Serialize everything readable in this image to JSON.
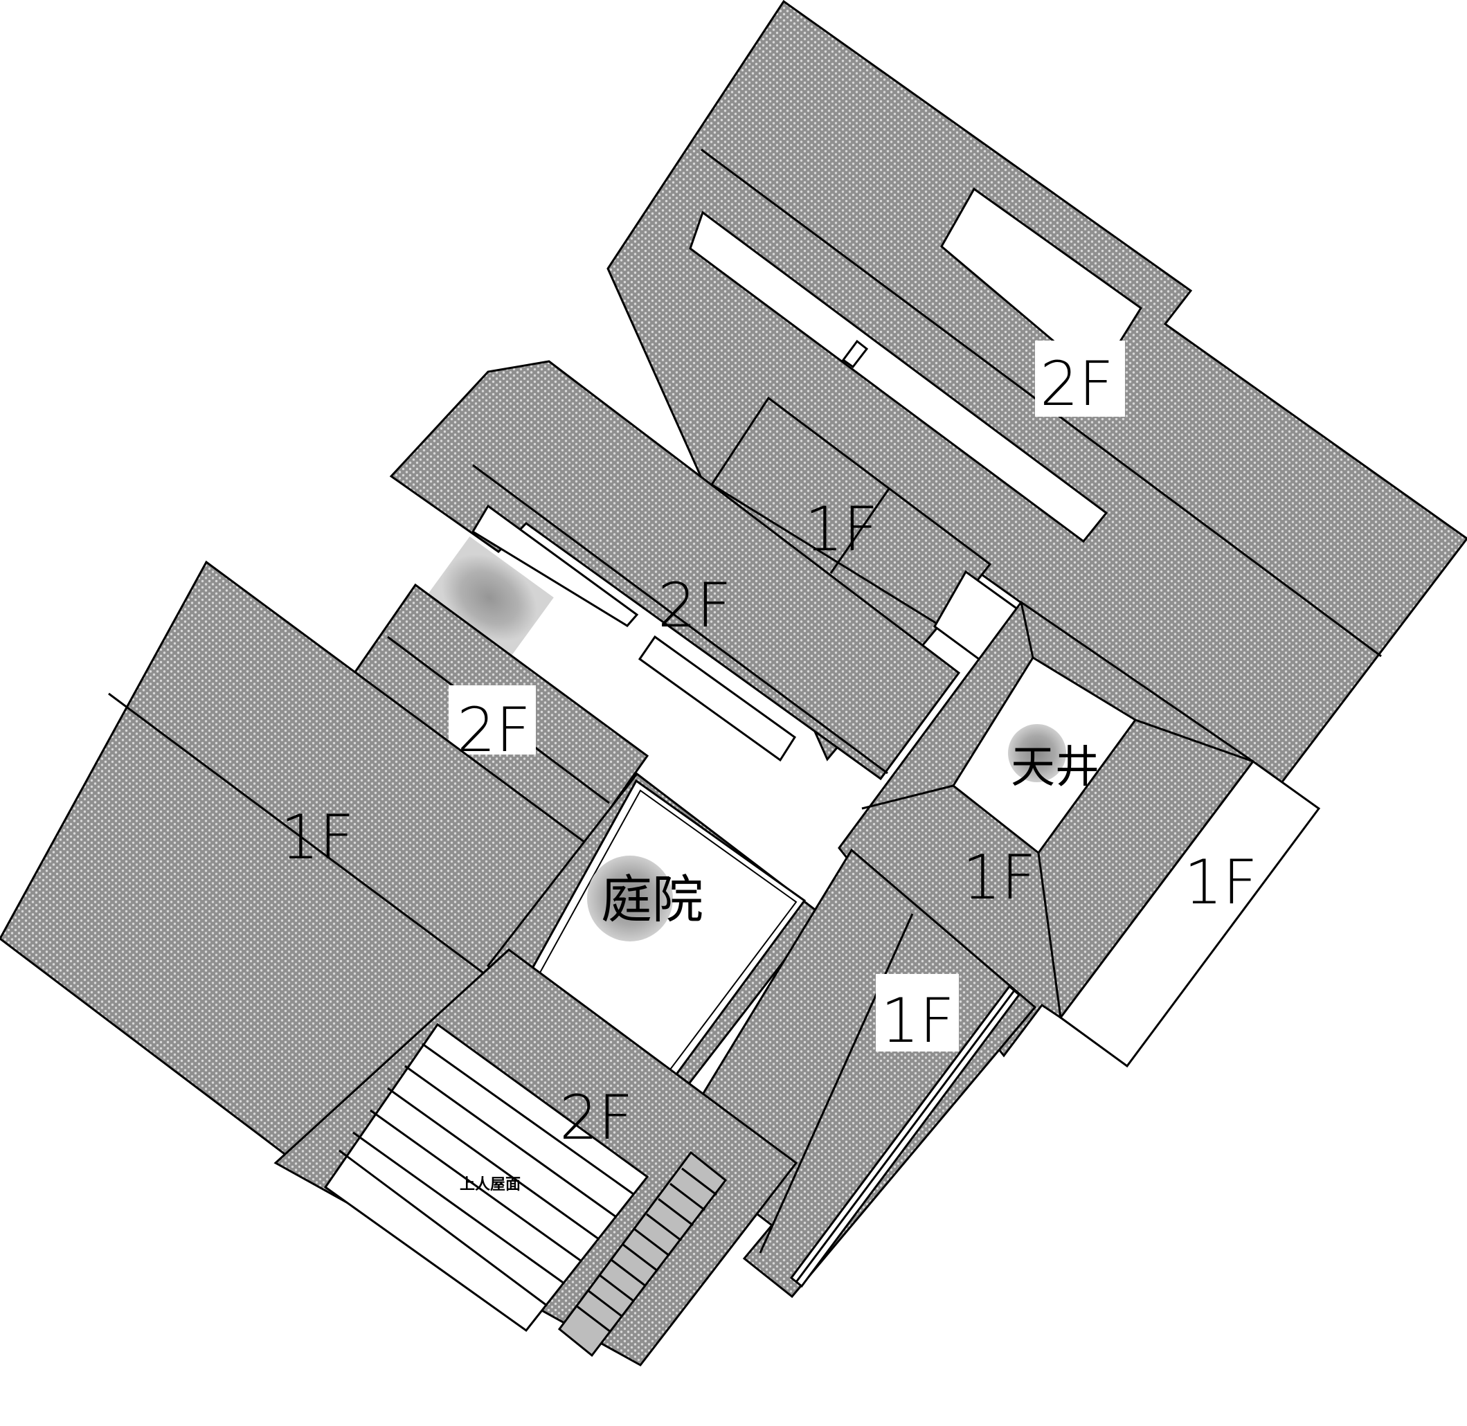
{
  "labels": {
    "top_2f": "2F",
    "upper_1f": "1F",
    "mid_2f": "2F",
    "west_2f": "2F",
    "west_1f": "1F",
    "courtyard": "庭院",
    "skywell": "天井",
    "east_1f_a": "1F",
    "east_1f_b": "1F",
    "south_1f": "1F",
    "south_2f": "2F",
    "roof_terrace": "上人屋面"
  },
  "colors": {
    "tile_fill": "#8f8f8f",
    "line": "#000000",
    "void": "#ffffff"
  }
}
